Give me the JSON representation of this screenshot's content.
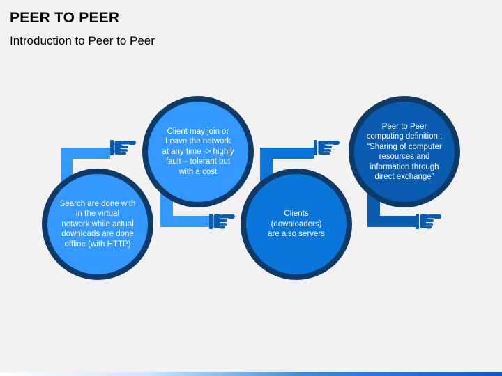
{
  "header": {
    "title": "PEER TO PEER",
    "subtitle": "Introduction to Peer to Peer"
  },
  "circles": [
    {
      "id": "search",
      "text": "Search are done with\nin the virtual\nnetwork while actual\ndownloads are done\noffline (with HTTP)"
    },
    {
      "id": "join",
      "text": "Client may join or\nLeave the network\nat any time -> highly\nfault – tolerant but\nwith a cost"
    },
    {
      "id": "clients",
      "text": "Clients\n(downloaders)\nare also servers"
    },
    {
      "id": "definition",
      "text": "Peer to Peer\ncomputing definition :\n“Sharing of computer\nresources and\ninformation through\ndirect exchange”"
    }
  ],
  "colors": {
    "light_blue": "#3399ff",
    "mid_blue": "#0b76d9",
    "dark_blue": "#0a5cb0",
    "ring": "#0d3a66"
  },
  "icons": [
    "pointing-hand-icon"
  ]
}
